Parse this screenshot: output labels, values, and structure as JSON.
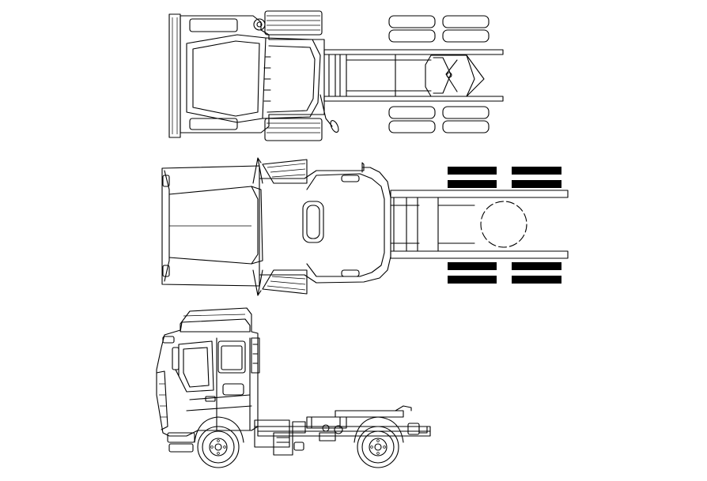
{
  "drawing": {
    "views": [
      "top-view-chassis",
      "top-view-cab",
      "side-view"
    ],
    "line_color": "#000000",
    "background_color": "#ffffff"
  }
}
